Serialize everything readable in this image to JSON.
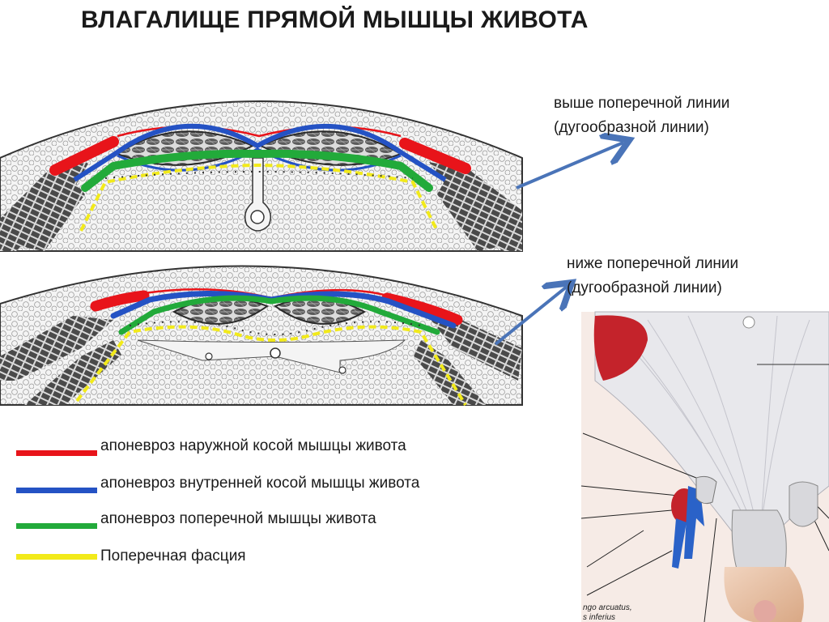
{
  "title": "ВЛАГАЛИЩЕ ПРЯМОЙ МЫШЦЫ ЖИВОТА",
  "captions": {
    "above": [
      "выше поперечной линии",
      "(дугообразной линии)"
    ],
    "below": [
      "ниже поперечной линии",
      "(дугообразной линии)"
    ]
  },
  "legend": [
    {
      "label": "апоневроз наружной косой мышцы живота",
      "color": "#e8141a"
    },
    {
      "label": "апоневроз внутренней косой мышцы живота",
      "color": "#2452c4"
    },
    {
      "label": "апоневроз поперечной мышцы живота",
      "color": "#22aa3a"
    },
    {
      "label": "Поперечная фасция",
      "color": "#f2ea1a"
    }
  ],
  "arrow_color": "#4a74b8",
  "photo_labels": [
    "ngo arcuatus,",
    "s inferius"
  ]
}
